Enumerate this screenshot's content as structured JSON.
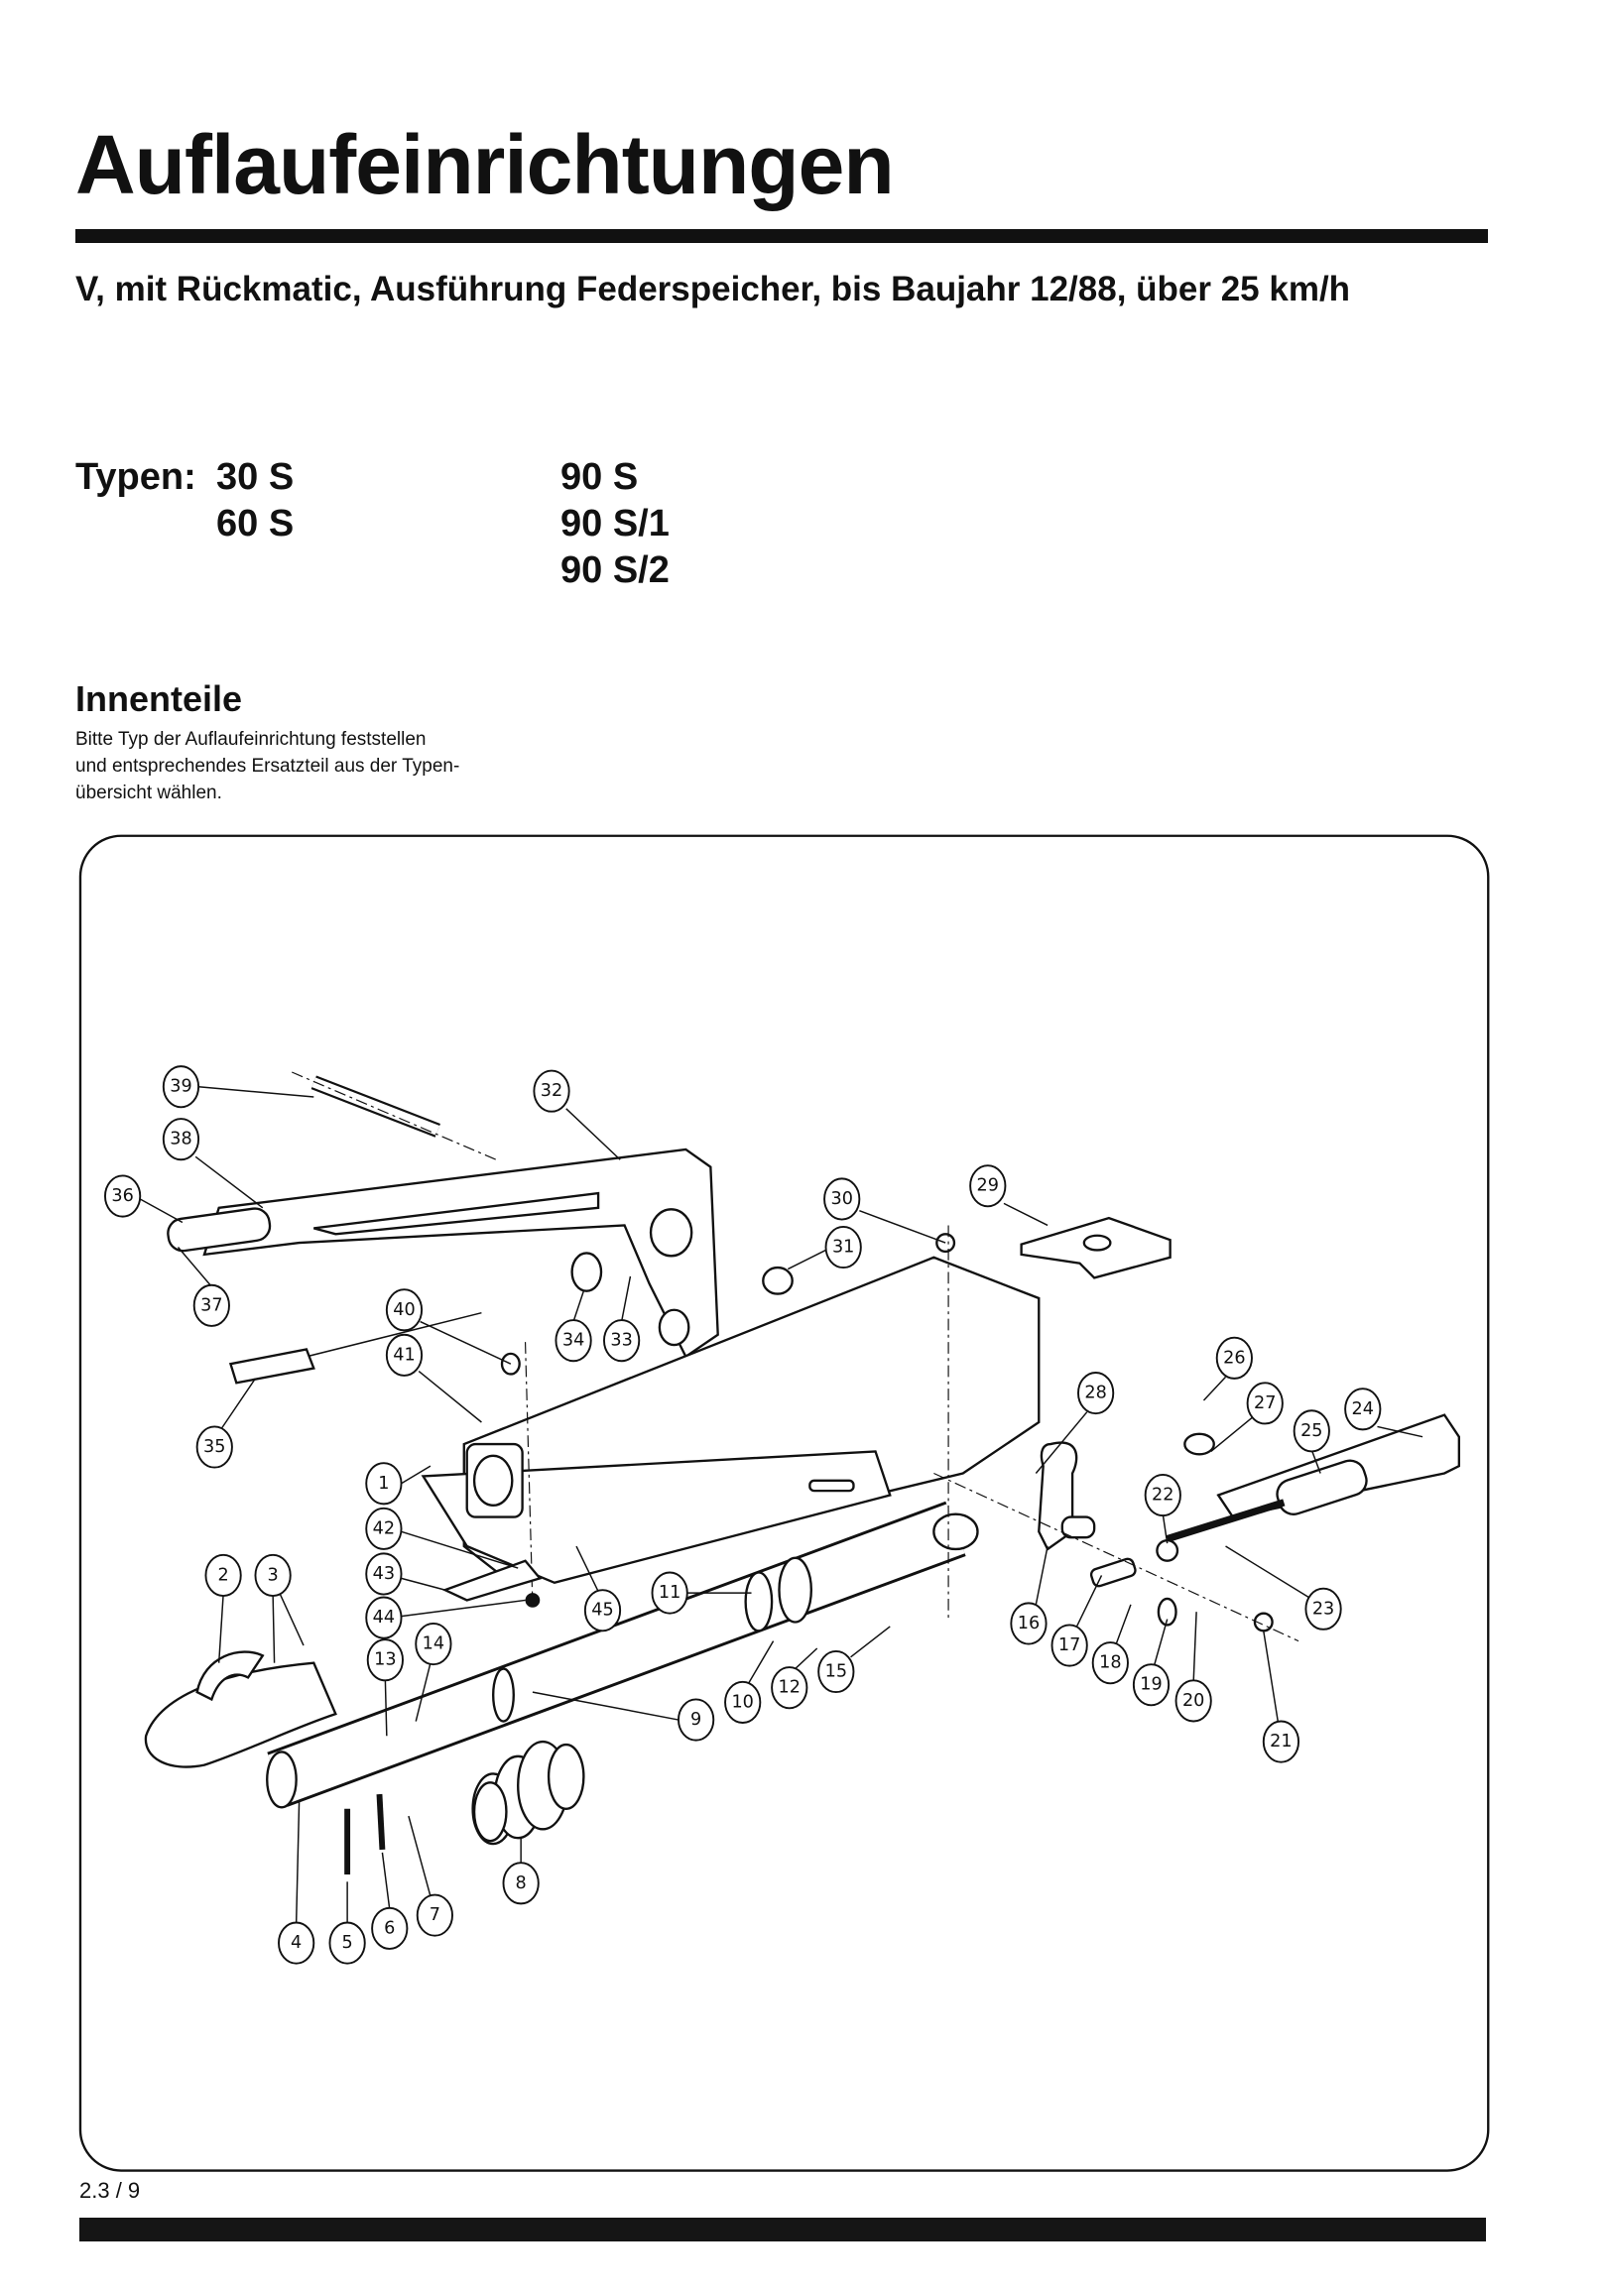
{
  "header": {
    "title": "Auflaufeinrichtungen",
    "subtitle": "V, mit Rückmatic, Ausführung Federspeicher, bis Baujahr 12/88, über 25 km/h"
  },
  "types": {
    "label": "Typen:",
    "col1": [
      "30 S",
      "60 S"
    ],
    "col2": [
      "90 S",
      "90 S/1",
      "90 S/2"
    ]
  },
  "section": {
    "heading": "Innenteile",
    "note_lines": [
      "Bitte Typ der Auflaufeinrichtung feststellen",
      "und entsprechendes Ersatzteil aus der Typen-",
      "übersicht wählen."
    ]
  },
  "diagram": {
    "callouts": [
      "1",
      "2",
      "3",
      "4",
      "5",
      "6",
      "7",
      "8",
      "9",
      "10",
      "11",
      "12",
      "13",
      "14",
      "15",
      "16",
      "17",
      "18",
      "19",
      "20",
      "21",
      "22",
      "23",
      "24",
      "25",
      "26",
      "27",
      "28",
      "29",
      "30",
      "31",
      "32",
      "33",
      "34",
      "35",
      "36",
      "37",
      "38",
      "39",
      "40",
      "41",
      "42",
      "43",
      "44",
      "45"
    ]
  },
  "footer": {
    "page_number": "2.3 / 9"
  }
}
